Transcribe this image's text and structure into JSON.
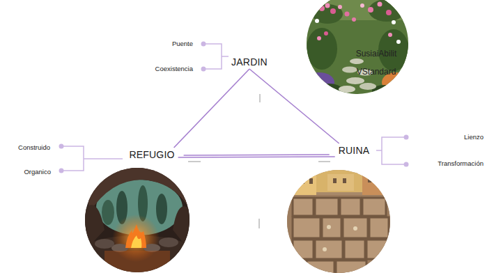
{
  "diagram": {
    "nodes": [
      {
        "text": [
          "JARDIN"
        ]
      },
      {
        "text": [
          "REFUGIO"
        ]
      },
      {
        "text": [
          "RUINA"
        ]
      }
    ],
    "edges": [
      {
        "from": 0,
        "to": 1,
        "arrow": "none"
      },
      {
        "from": 0,
        "to": 2,
        "arrow": "none"
      },
      {
        "from": 1,
        "to": 2,
        "arrow": "none"
      }
    ],
    "labels": [
      "Puente",
      "Coexistencia",
      "Construido",
      "Organico",
      "Lienzo",
      "Transformación",
      "SusiaiAbilit",
      "VStandard"
    ]
  }
}
